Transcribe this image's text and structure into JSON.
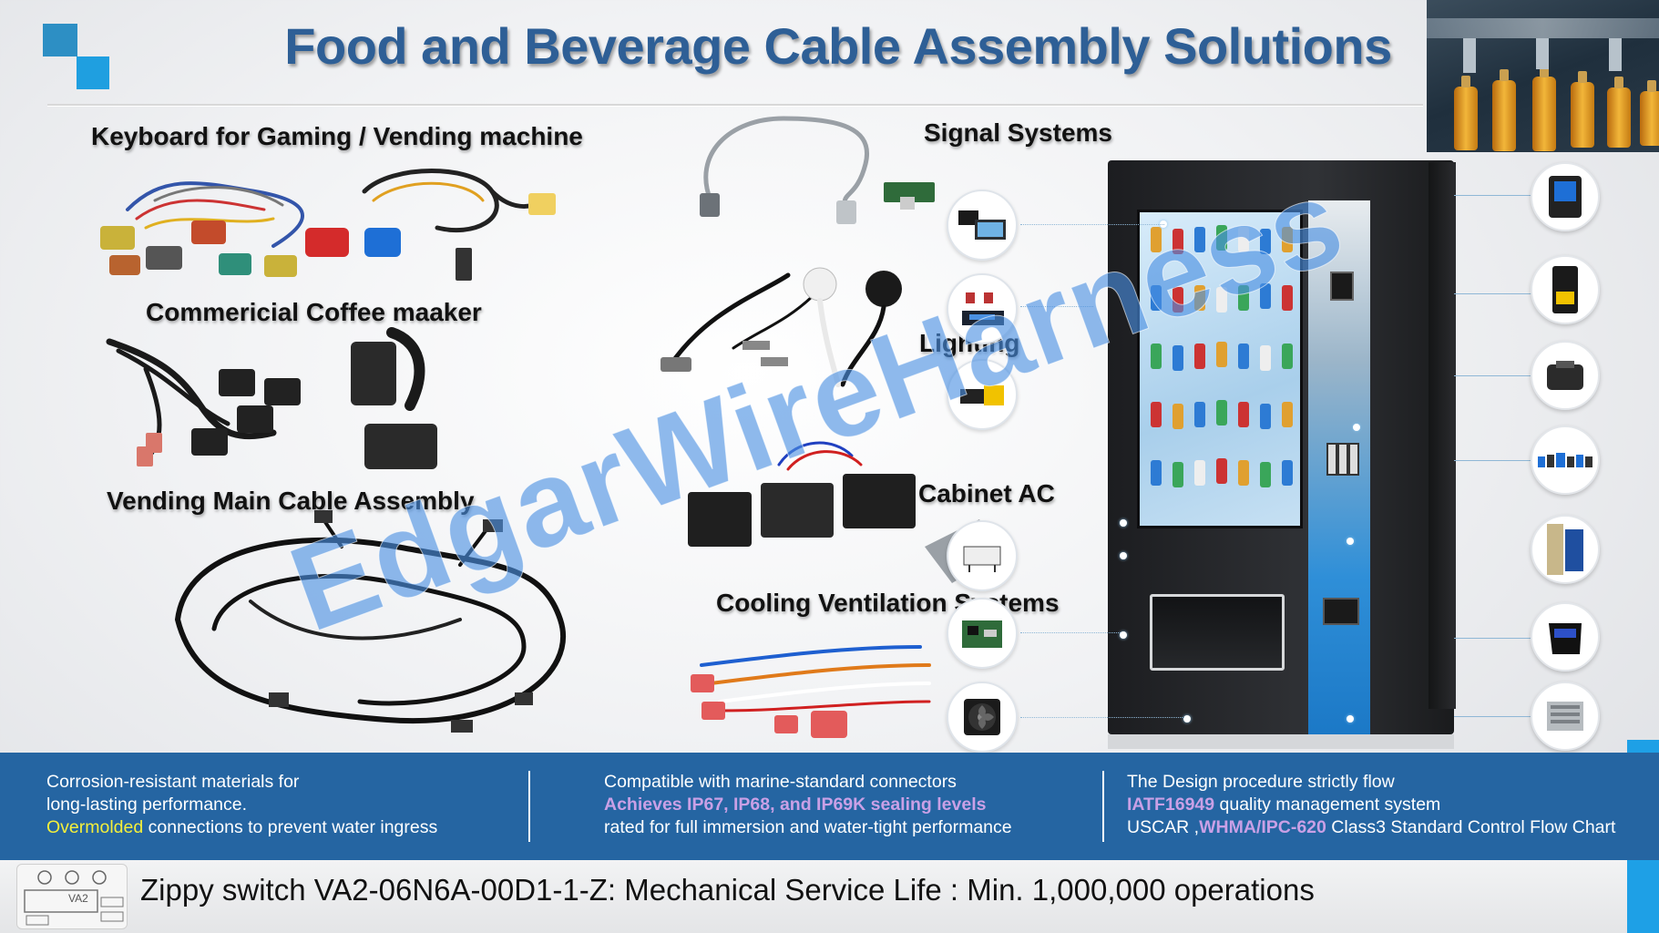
{
  "header": {
    "title": "Food and Beverage Cable Assembly Solutions"
  },
  "sections": {
    "keyboard": "Keyboard for Gaming / Vending machine",
    "coffee": "Commericial Coffee maaker",
    "vending_main": "Vending Main Cable Assembly",
    "signal": "Signal Systems",
    "lighting": "Lighting",
    "cabinet_ac": "Cabinet AC",
    "cooling": "Cooling  Ventilation Systems"
  },
  "watermark": "EdgarWireHarness",
  "features": [
    {
      "line1": "Corrosion-resistant materials for",
      "line2": "long-lasting performance.",
      "line3_highlight": "Overmolded",
      "line3_rest": " connections to prevent water ingress"
    },
    {
      "line1": "Compatible with marine-standard connectors",
      "line2_highlight": "Achieves IP67, IP68, and IP69K sealing levels",
      "line3": "rated for full immersion and water-tight performance"
    },
    {
      "line1": "The Design procedure strictly flow",
      "line2_highlight": "IATF16949",
      "line2_rest": " quality management system",
      "line3_prefix": "USCAR ,",
      "line3_highlight": "WHMA/IPC-620",
      "line3_rest": " Class3 Standard Control Flow Chart"
    }
  ],
  "footer": {
    "text": "Zippy switch VA2-06N6A-00D1-1-Z: Mechanical Service Life : Min. 1,000,000 operations",
    "thumb_label": "VA2"
  },
  "colors": {
    "title": "#2e5f96",
    "band": "#2565a2",
    "highlight_yellow": "#f4ef3b",
    "highlight_purple": "#c9a0e6",
    "accent": "#1ea0e6"
  },
  "icons": [
    "card-reader-icon",
    "bill-validator-icon",
    "printer-icon",
    "sensor-row-icon",
    "power-module-icon",
    "coin-acceptor-icon",
    "power-supply-icon",
    "monitor-icon",
    "led-panel-icon",
    "connector-icon",
    "bracket-icon",
    "circuit-board-icon",
    "fan-icon"
  ]
}
